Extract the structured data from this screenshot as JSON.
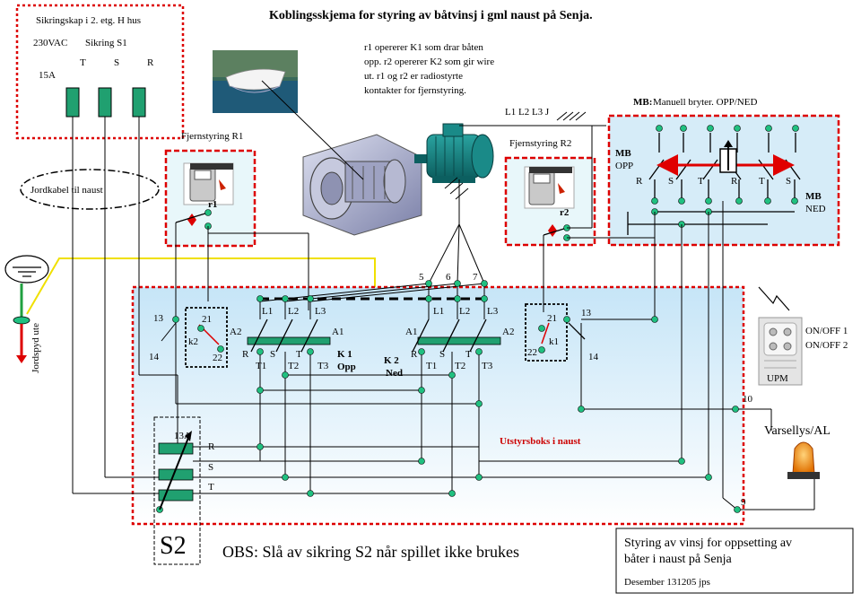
{
  "title": "Koblingsskjema  for  styring  av båtvinsj  i gml naust på Senja.",
  "sikringskap": {
    "heading": "Sikringskap  i 2.  etg. H hus",
    "voltage": "230VAC",
    "fuse_name": "Sikring  S1",
    "fuse_rating": "15A",
    "phases": [
      "T",
      "S",
      "R"
    ]
  },
  "jordkabel": "Jordkabel til naust",
  "jordspyd": "Jordspyd ute",
  "description": [
    "r1 opererer K1 som drar båten",
    "opp. r2 opererer K2  som gir wire",
    "ut. r1  og r2  er radiostyrte",
    "kontakter for fjernstyring."
  ],
  "motor_lines": "L1  L2 L3  J",
  "remote1": {
    "title": "Fjernstyring R1",
    "relay": "r1"
  },
  "remote2": {
    "title": "Fjernstyring R2",
    "relay": "r2"
  },
  "mb": {
    "heading_bold": "MB:",
    "heading": " Manuell bryter.  OPP/NED",
    "opp_line1": "MB",
    "opp_line2": "OPP",
    "ned_line1": "MB",
    "ned_line2": "NED",
    "left_phases": [
      "R",
      "S",
      "T"
    ],
    "right_phases": [
      "R",
      "T",
      "S"
    ]
  },
  "k1": {
    "name": "K 1",
    "sub": "Opp",
    "aux": "k2",
    "aux_no": [
      "21",
      "22"
    ],
    "coil": [
      "A2",
      "A1"
    ],
    "lines": [
      "L1",
      "L2",
      "L3"
    ],
    "phases": [
      "R",
      "S",
      "T"
    ],
    "terms": [
      "T1",
      "T2",
      "T3"
    ],
    "hold": [
      "13",
      "14"
    ]
  },
  "k2": {
    "name": "K  2",
    "sub": "Ned",
    "aux": "k1",
    "aux_no": [
      "21",
      "22"
    ],
    "coil": [
      "A1",
      "A2"
    ],
    "lines": [
      "L1",
      "L2",
      "L3"
    ],
    "phases": [
      "R",
      "S",
      "T"
    ],
    "terms": [
      "T1",
      "T2",
      "T3"
    ],
    "hold": [
      "13",
      "14"
    ]
  },
  "motor_terms": [
    "5",
    "6",
    "7"
  ],
  "utstyrsboks": "Utstyrsboks  i naust",
  "s2": {
    "rating": "13A",
    "name": "S2",
    "phases": [
      "R",
      "S",
      "T"
    ]
  },
  "upm": {
    "label": "UPM",
    "on_off_1": "ON/OFF 1",
    "on_off_2": "ON/OFF 2"
  },
  "varsellys": "Varsellys/AL",
  "terminal_10": "10",
  "terminal_9": "9",
  "obs": "OBS: Slå av sikring  S2 når spillet ikke brukes",
  "footer": {
    "line1": "Styring   av vinsj  for  oppsetting  av",
    "line2": "båter i naust på Senja",
    "date": "Desember 131205  jps"
  },
  "colors": {
    "red_dotted": "#dd0000",
    "box_fill": "#dff1fb",
    "contactor": "#20a070",
    "node": "#20c080",
    "ground_wire": "#f0e000",
    "ground_rod": "#20a040"
  }
}
